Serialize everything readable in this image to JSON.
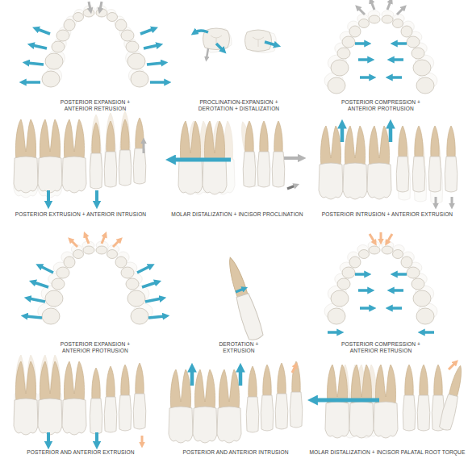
{
  "diagram": {
    "labels": [
      "POSTERIOR EXPANSION + ANTERIOR RETRUSION",
      "PROCLINATION-EXPANSION + DEROTATION + DISTALIZATION",
      "POSTERIOR COMPRESSION + ANTERIOR PROTRUSION",
      "POSTERIOR EXTRUSION + ANTERIOR INTRUSION",
      "MOLAR DISTALIZATION + INCISOR PROCLINATION",
      "POSTERIOR INTRUSION + ANTERIOR EXTRUSION",
      "POSTERIOR EXPANSION + ANTERIOR PROTRUSION",
      "DEROTATION + EXTRUSION",
      "POSTERIOR COMPRESSION + ANTERIOR RETRUSION",
      "POSTERIOR AND ANTERIOR EXTRUSION",
      "POSTERIOR AND ANTERIOR INTRUSION",
      "MOLAR DISTALIZATION + INCISOR PALATAL ROOT TORQUE"
    ]
  }
}
